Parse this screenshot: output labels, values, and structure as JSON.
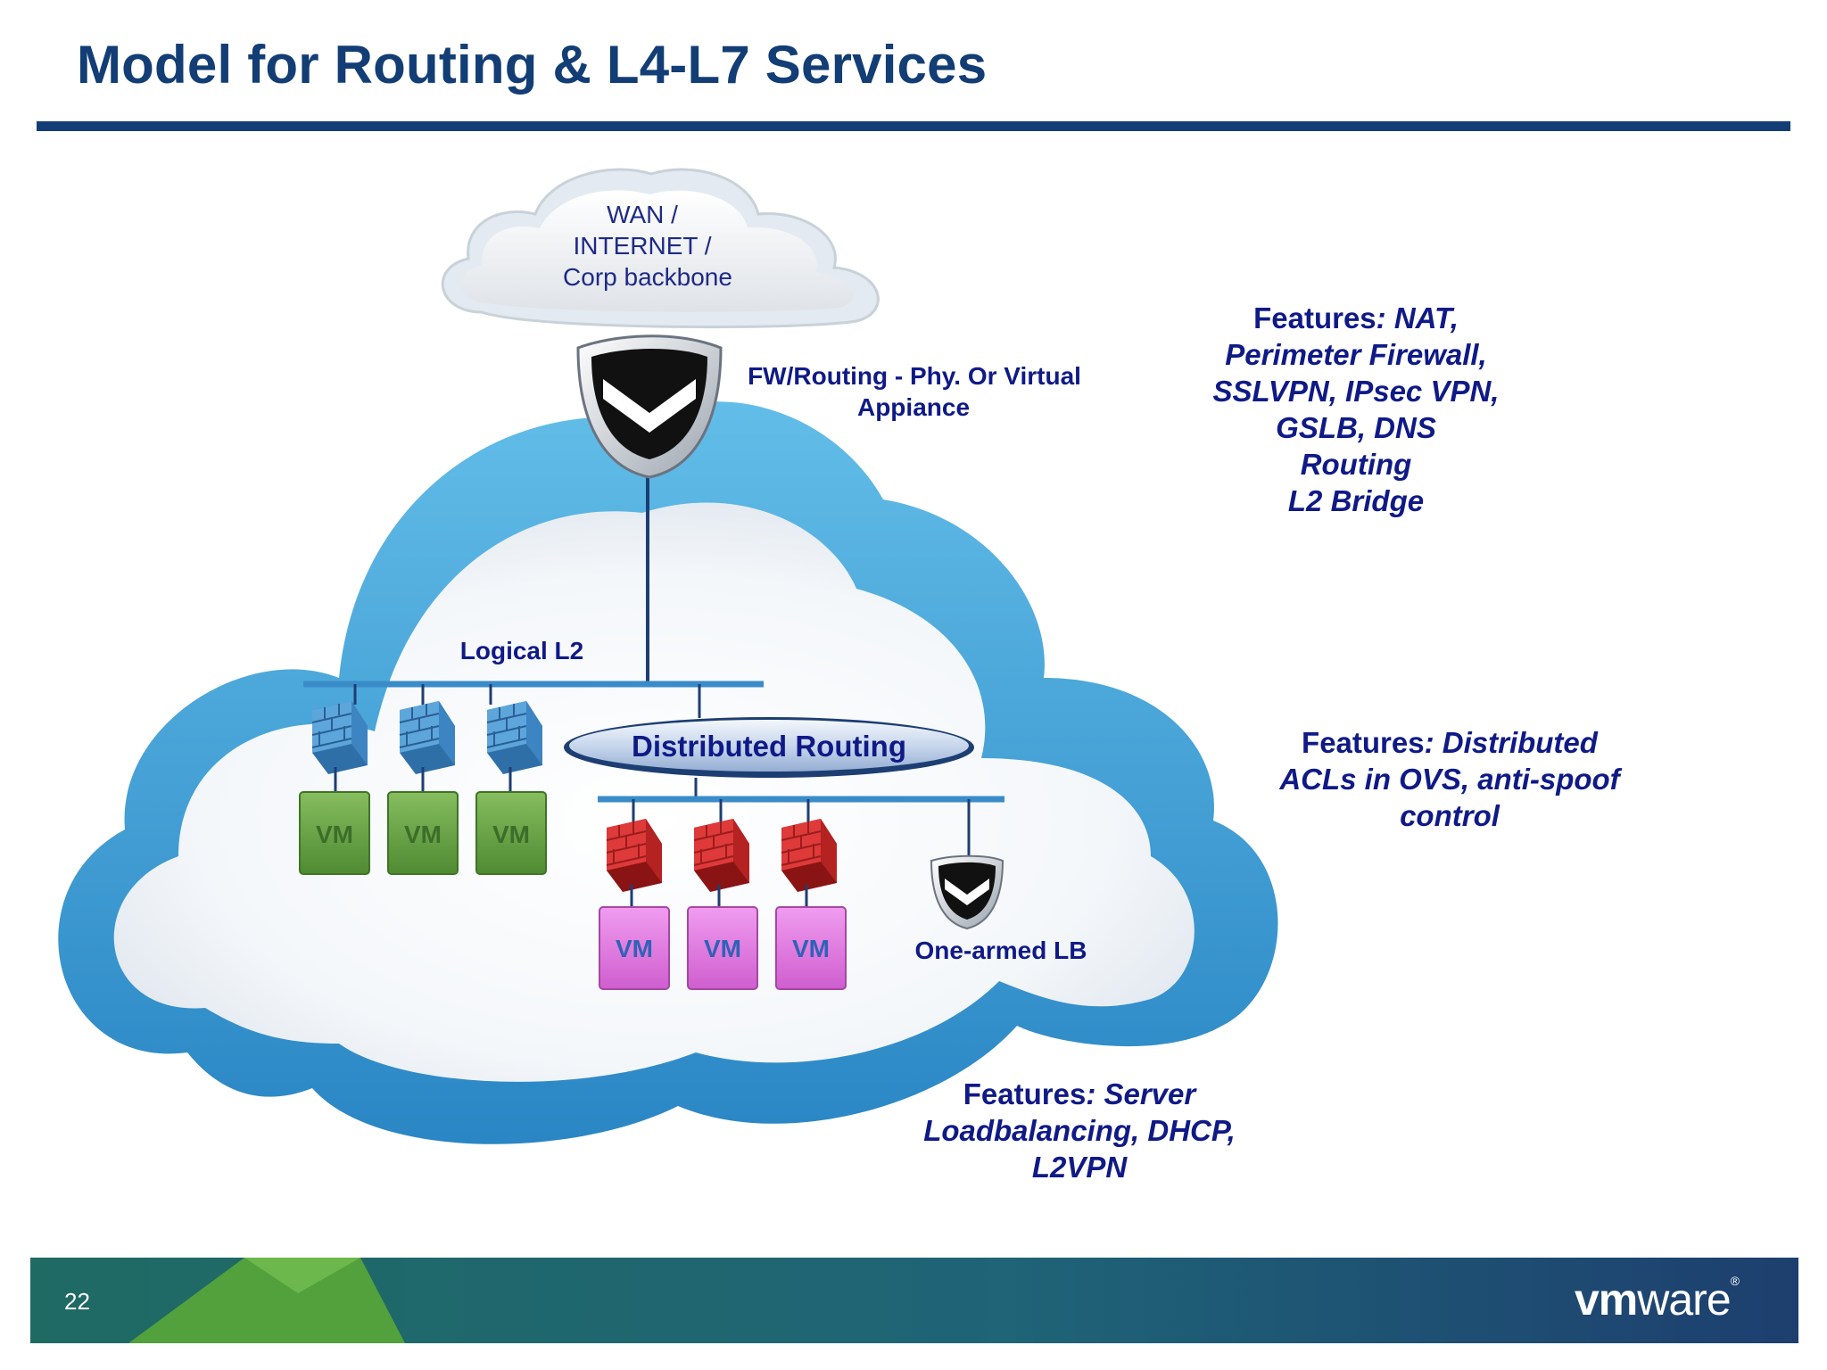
{
  "slide": {
    "title": "Model for Routing & L4-L7 Services",
    "page_number": "22",
    "logo": {
      "bold_part": "vm",
      "rest": "ware",
      "mark": "®"
    }
  },
  "diagram": {
    "wan_cloud": [
      "WAN /",
      "INTERNET /",
      "Corp backbone"
    ],
    "fw_label": [
      "FW/Routing  - Phy. Or Virtual",
      "Appiance"
    ],
    "logical_l2_label": "Logical L2",
    "distributed_routing_label": "Distributed Routing",
    "one_armed_lb_label": "One-armed LB",
    "vm_label": "VM"
  },
  "features": {
    "perimeter": {
      "lead": "Features",
      "lines": [
        ": NAT,",
        "Perimeter Firewall,",
        "SSLVPN, IPsec VPN,",
        "GSLB, DNS",
        "Routing",
        "L2 Bridge"
      ]
    },
    "distributed": {
      "lead": "Features",
      "lines": [
        ": Distributed",
        "ACLs in OVS, anti-spoof",
        "control"
      ]
    },
    "lb": {
      "lead": "Features",
      "lines": [
        ": Server",
        "Loadbalancing, DHCP,",
        "L2VPN"
      ]
    }
  },
  "colors": {
    "title_blue": "#123d75",
    "feature_text": "#0f1a87",
    "cloud_blue": "#3c9ed6",
    "network_line": "#3a8cc8",
    "firewall_blue": "#4f9ad4",
    "firewall_red": "#d42a2a",
    "vm_green": "#6fa84b",
    "vm_pink": "#e37be0",
    "footer_green": "#4f9a3a",
    "footer_teal": "#1e6378",
    "footer_navy": "#1d3f6f"
  }
}
